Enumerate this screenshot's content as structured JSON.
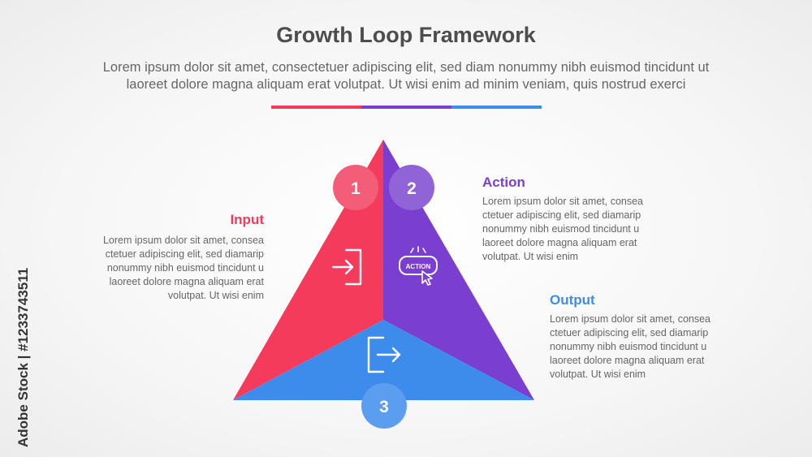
{
  "header": {
    "title": "Growth Loop Framework",
    "subtitle_lines": [
      "Lorem ipsum dolor sit amet, consectetuer adipiscing elit, sed diam nonummy nibh euismod tincidunt ut",
      "laoreet dolore magna aliquam erat volutpat. Ut wisi enim ad minim veniam, quis nostrud exerci"
    ]
  },
  "colors": {
    "input": "#f43b5c",
    "action": "#7a3fd0",
    "output": "#3d8cec"
  },
  "steps": [
    {
      "number": "1",
      "heading": "Input",
      "icon": "login-icon",
      "color": "#f43b5c",
      "desc_lines": [
        "Lorem ipsum dolor sit amet, consea",
        "ctetuer adipiscing elit, sed diamarip",
        "nonummy nibh euismod tincidunt u",
        "laoreet dolore magna aliquam erat",
        "volutpat. Ut wisi enim"
      ]
    },
    {
      "number": "2",
      "heading": "Action",
      "icon": "action-button-icon",
      "icon_text": "ACTION",
      "color": "#7a3fd0",
      "desc_lines": [
        "Lorem ipsum dolor sit amet, consea",
        "ctetuer adipiscing elit, sed diamarip",
        "nonummy nibh euismod tincidunt u",
        "laoreet dolore magna aliquam erat",
        "volutpat. Ut wisi enim"
      ]
    },
    {
      "number": "3",
      "heading": "Output",
      "icon": "logout-icon",
      "color": "#3d8cec",
      "desc_lines": [
        "Lorem ipsum dolor sit amet, consea",
        "ctetuer adipiscing elit, sed diamarip",
        "nonummy nibh euismod tincidunt u",
        "laoreet dolore magna aliquam erat",
        "volutpat. Ut wisi enim"
      ]
    }
  ],
  "watermark": "Adobe Stock | #1233743511"
}
